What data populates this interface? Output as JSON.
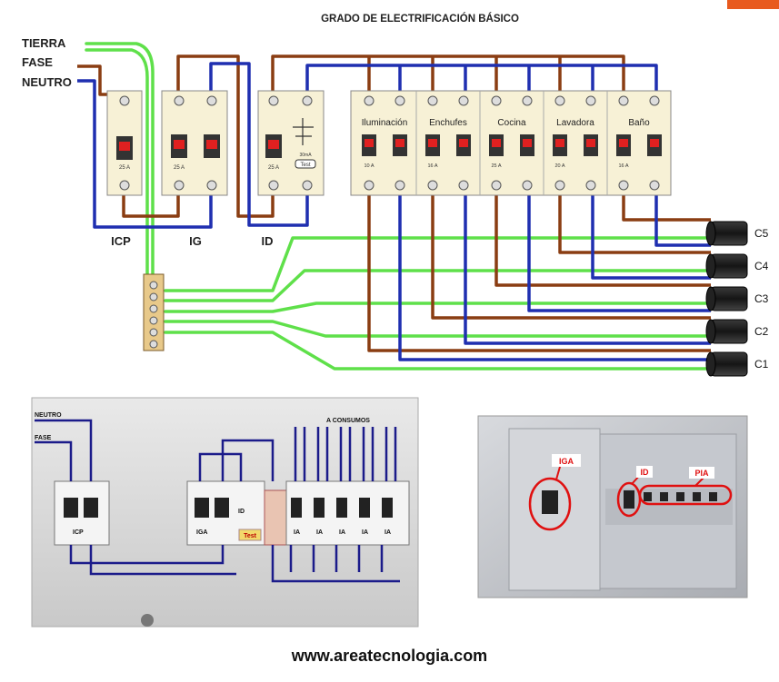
{
  "title": "GRADO DE ELECTRIFICACIÓN BÁSICO",
  "supply": {
    "tierra": "TIERRA",
    "fase": "FASE",
    "neutro": "NEUTRO"
  },
  "devices": {
    "icp": {
      "label": "ICP",
      "rating": "25 A"
    },
    "ig": {
      "label": "IG",
      "rating": "25 A"
    },
    "id": {
      "label": "ID",
      "rating": "25 A",
      "sens": "30mA",
      "test": "Test"
    }
  },
  "circuits": [
    {
      "name": "Iluminación",
      "rating": "10 A"
    },
    {
      "name": "Enchufes",
      "rating": "16 A"
    },
    {
      "name": "Cocina",
      "rating": "25 A"
    },
    {
      "name": "Lavadora",
      "rating": "20 A"
    },
    {
      "name": "Baño",
      "rating": "16 A"
    }
  ],
  "cables": [
    "C5",
    "C4",
    "C3",
    "C2",
    "C1"
  ],
  "photo1": {
    "neutro": "NEUTRO",
    "fase": "FASE",
    "consumos": "A CONSUMOS",
    "icp": "ICP",
    "iga": "IGA",
    "id": "ID",
    "test": "Test",
    "ia": [
      "IA",
      "IA",
      "IA",
      "IA",
      "IA"
    ]
  },
  "photo2": {
    "iga": "IGA",
    "id": "ID",
    "pia": "PIA"
  },
  "footer": "www.areatecnologia.com",
  "colors": {
    "fase": "#8a3d12",
    "neutro": "#1f2fb0",
    "tierra": "#5fe04a",
    "panel": "#f7f1d6",
    "accent": "#e85a1e"
  }
}
